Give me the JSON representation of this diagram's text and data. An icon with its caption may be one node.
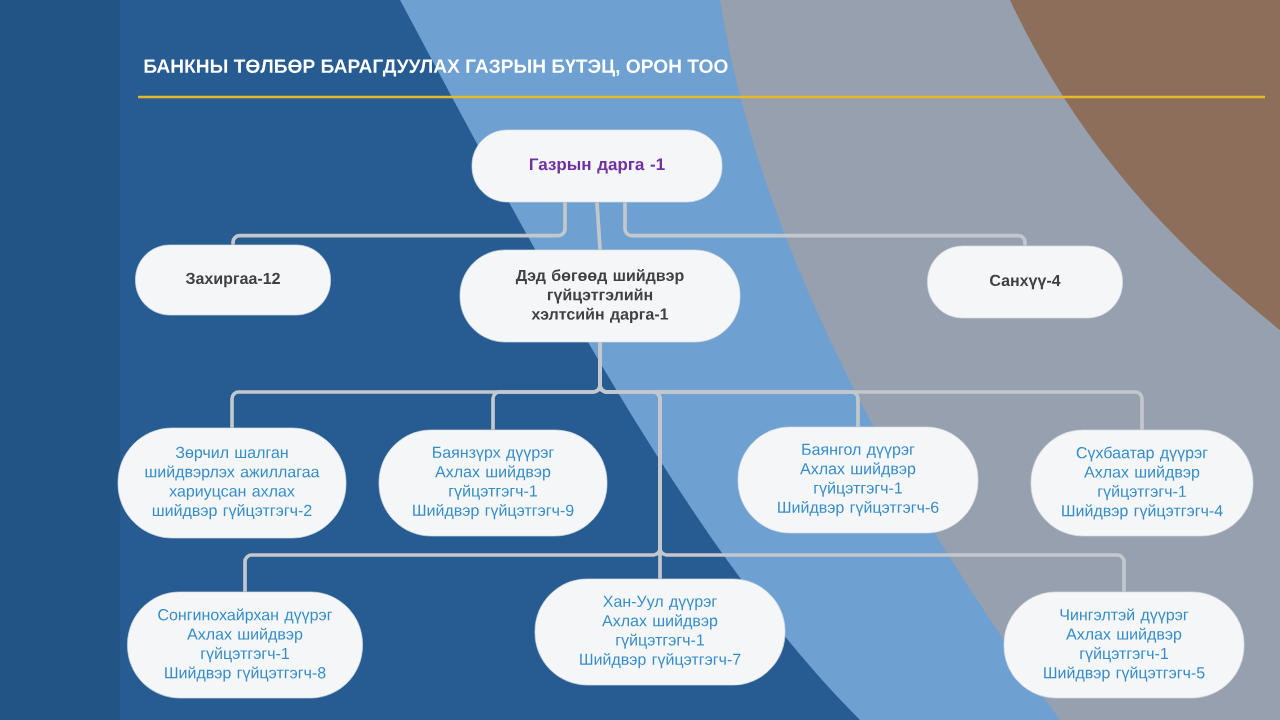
{
  "diagram": {
    "title": "БАНКНЫ ТӨЛБӨР БАРАГДУУЛАХ ГАЗРЫН БҮТЭЦ, ОРОН ТОО",
    "nodes": [
      {
        "text": [
          "Газрын дарга -1"
        ]
      },
      {
        "text": [
          "Захиргаа-12"
        ]
      },
      {
        "text": [
          "Дэд бөгөөд шийдвэр гүйцэтгэлийн хэлтсийн дарга-1"
        ]
      },
      {
        "text": [
          "Санхүү-4"
        ]
      },
      {
        "text": [
          "Зөрчил шалган шийдвэрлэх ажиллагаа хариуцсан ахлах шийдвэр гүйцэтгэгч-2"
        ]
      },
      {
        "text": [
          "Баянзүрх дүүрэг",
          "Ахлах шийдвэр гүйцэтгэгч-1",
          "Шийдвэр гүйцэтгэгч-9"
        ]
      },
      {
        "text": [
          "Баянгол дүүрэг",
          "Ахлах шийдвэр гүйцэтгэгч-1",
          "Шийдвэр гүйцэтгэгч-6"
        ]
      },
      {
        "text": [
          "Сүхбаатар дүүрэг",
          "Ахлах шийдвэр гүйцэтгэгч-1",
          "Шийдвэр гүйцэтгэгч-4"
        ]
      },
      {
        "text": [
          "Сонгинохайрхан дүүрэг",
          "Ахлах шийдвэр гүйцэтгэгч-1",
          "Шийдвэр гүйцэтгэгч-8"
        ]
      },
      {
        "text": [
          "Хан-Уул дүүрэг",
          "Ахлах шийдвэр гүйцэтгэгч-1",
          "Шийдвэр гүйцэтгэгч-7"
        ]
      },
      {
        "text": [
          "Чингэлтэй дүүрэг",
          "Ахлах шийдвэр гүйцэтгэгч-1",
          "Шийдвэр гүйцэтгэгч-5"
        ]
      }
    ],
    "edges": [
      {
        "from": 0,
        "to": 1,
        "arrow": "none"
      },
      {
        "from": 0,
        "to": 2,
        "arrow": "none"
      },
      {
        "from": 0,
        "to": 3,
        "arrow": "none"
      },
      {
        "from": 2,
        "to": 4,
        "arrow": "none"
      },
      {
        "from": 2,
        "to": 5,
        "arrow": "none"
      },
      {
        "from": 2,
        "to": 6,
        "arrow": "none"
      },
      {
        "from": 2,
        "to": 7,
        "arrow": "none"
      },
      {
        "from": 2,
        "to": 8,
        "arrow": "none"
      },
      {
        "from": 2,
        "to": 9,
        "arrow": "none"
      },
      {
        "from": 2,
        "to": 10,
        "arrow": "none"
      }
    ]
  }
}
